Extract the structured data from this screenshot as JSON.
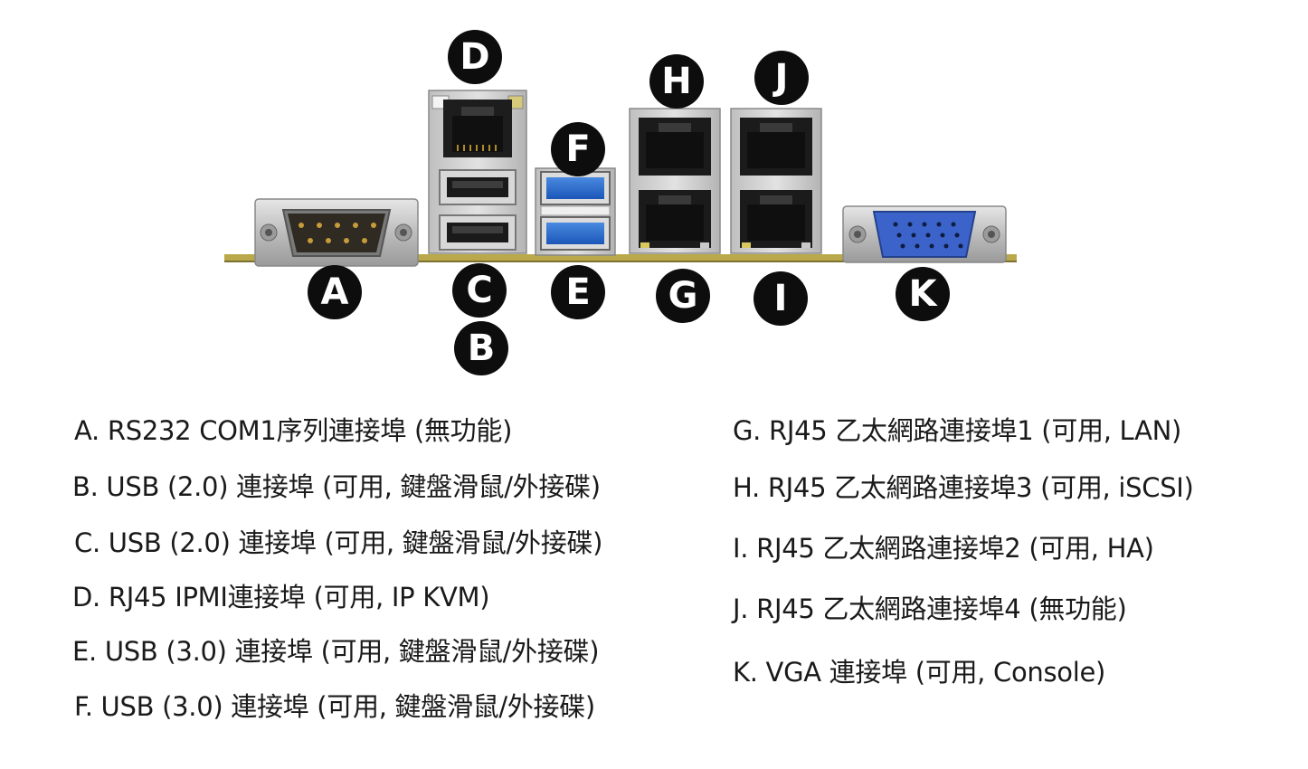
{
  "markers": {
    "a": "A",
    "b": "B",
    "c": "C",
    "d": "D",
    "e": "E",
    "f": "F",
    "g": "G",
    "h": "H",
    "i": "I",
    "j": "J",
    "k": "K"
  },
  "legend_left": [
    "A. RS232 COM1序列連接埠 (無功能)",
    "B. USB (2.0) 連接埠 (可用, 鍵盤滑鼠/外接碟)",
    "C. USB (2.0) 連接埠 (可用, 鍵盤滑鼠/外接碟)",
    "D. RJ45 IPMI連接埠 (可用, IP KVM)",
    "E. USB (3.0) 連接埠 (可用, 鍵盤滑鼠/外接碟)",
    "F. USB (3.0) 連接埠 (可用, 鍵盤滑鼠/外接碟)"
  ],
  "legend_right": [
    "G. RJ45 乙太網路連接埠1 (可用, LAN)",
    "H. RJ45 乙太網路連接埠3 (可用, iSCSI)",
    "I. RJ45 乙太網路連接埠2 (可用, HA)",
    "J. RJ45 乙太網路連接埠4 (無功能)",
    "K. VGA 連接埠 (可用, Console)"
  ],
  "colors": {
    "marker": "#0d0d0d",
    "usb3_blue": "#1f64c8",
    "vga_blue": "#3b63c9",
    "pcb_line": "#b9a94a",
    "metal": "#c8c8c8"
  }
}
